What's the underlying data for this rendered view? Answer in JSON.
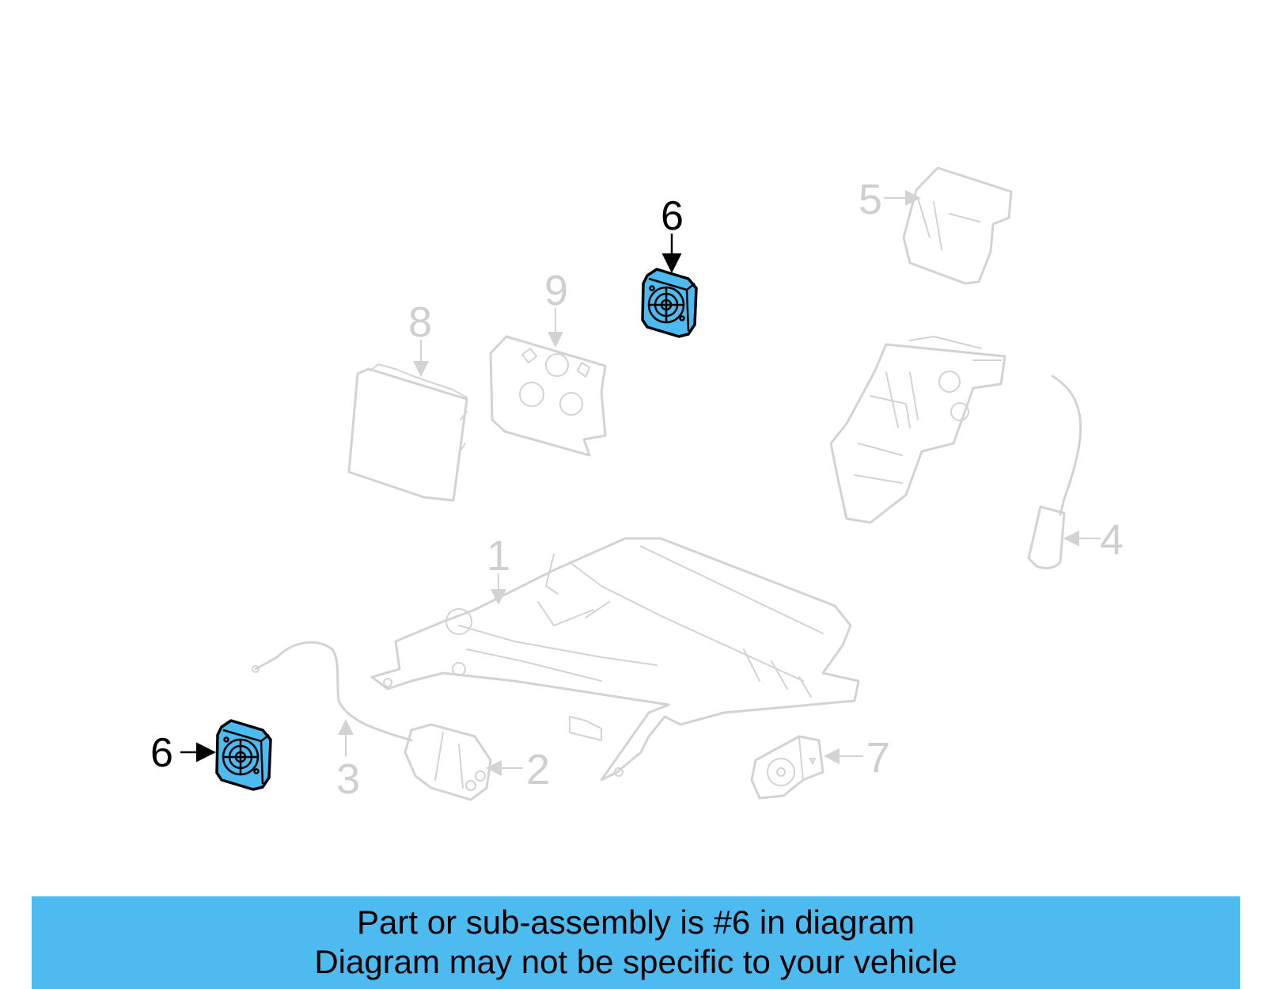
{
  "diagram": {
    "callouts": [
      "1",
      "2",
      "3",
      "4",
      "5",
      "6",
      "6",
      "7",
      "8",
      "9"
    ],
    "highlighted_part": "6",
    "highlight_color": "#4dbaf0",
    "ghost_color": "#d3d3d3"
  },
  "caption": {
    "line1": "Part or sub-assembly is #6 in diagram",
    "line2": "Diagram may not be specific to your vehicle",
    "background": "#4dbaf0"
  }
}
